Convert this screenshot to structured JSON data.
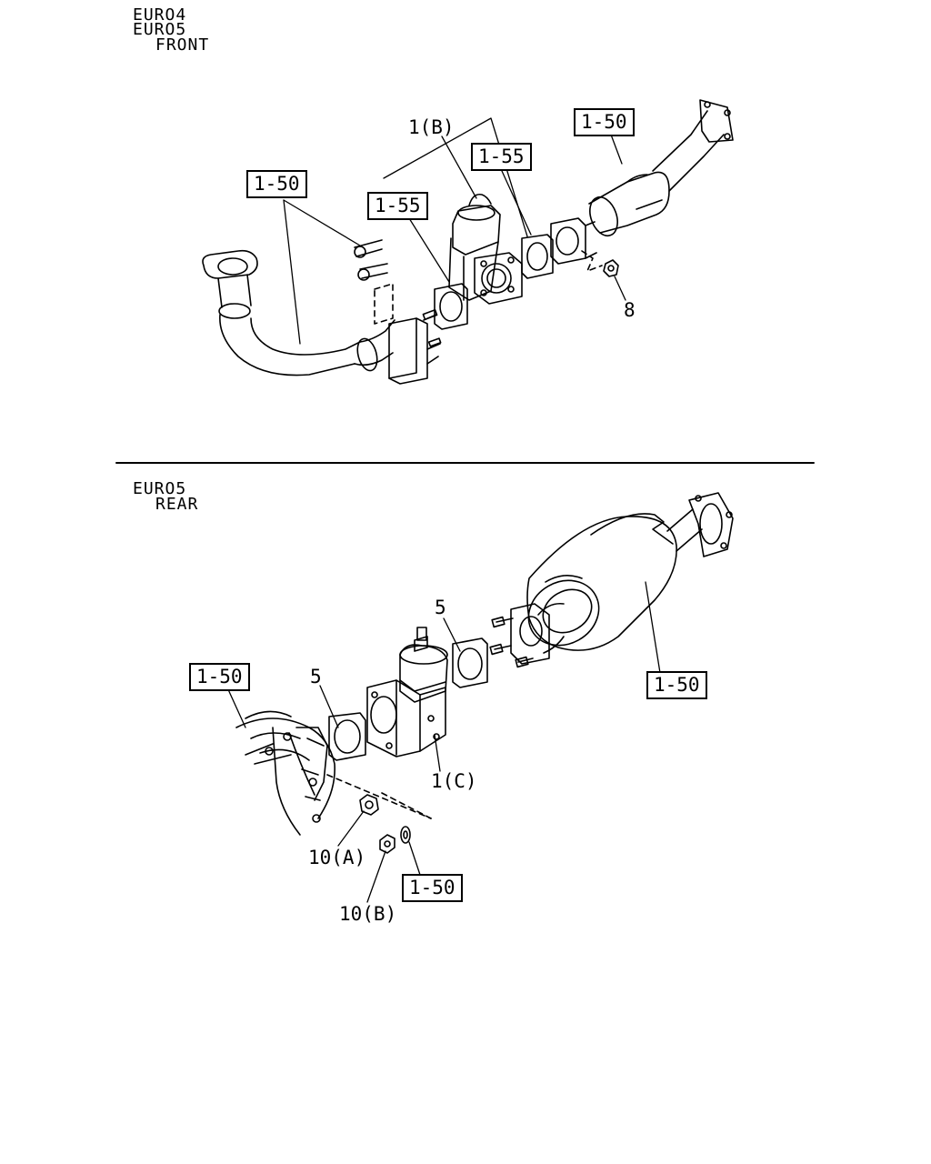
{
  "front": {
    "heading_line1": "EURO4",
    "heading_line2": "EURO5",
    "heading_line3": "FRONT",
    "ref_1_50_left": "1-50",
    "ref_1_55_left": "1-55",
    "ref_1_55_right": "1-55",
    "ref_1_50_right": "1-50",
    "part_1b": "1(B)",
    "part_8": "8"
  },
  "rear": {
    "heading_line1": "EURO5",
    "heading_line2": "REAR",
    "ref_1_50_left": "1-50",
    "ref_1_50_right": "1-50",
    "ref_1_50_bottom": "1-50",
    "part_5_left": "5",
    "part_5_right": "5",
    "part_1c": "1(C)",
    "part_10a": "10(A)",
    "part_10b": "10(B)"
  }
}
